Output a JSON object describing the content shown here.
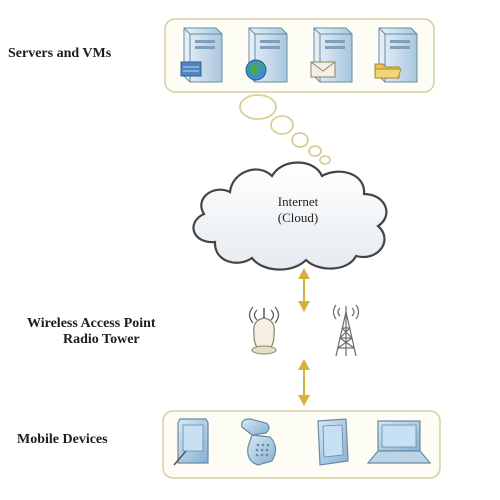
{
  "servers": {
    "label": "Servers and VMs",
    "icons": [
      "server-storage-icon",
      "server-globe-icon",
      "server-mail-icon",
      "server-folder-icon"
    ]
  },
  "cloud": {
    "line1": "Internet",
    "line2": "(Cloud)"
  },
  "access": {
    "line1": "Wireless Access Point",
    "line2": "Radio Tower",
    "icons": [
      "wireless-access-point-icon",
      "radio-tower-icon"
    ]
  },
  "mobile": {
    "label": "Mobile Devices",
    "icons": [
      "pda-icon",
      "flip-phone-icon",
      "tablet-icon",
      "laptop-icon"
    ]
  },
  "colors": {
    "frame_border": "#d6cfa3",
    "arrow": "#d8b13a",
    "device_blue": "#9fc3df",
    "device_outline": "#6a8aa3"
  }
}
